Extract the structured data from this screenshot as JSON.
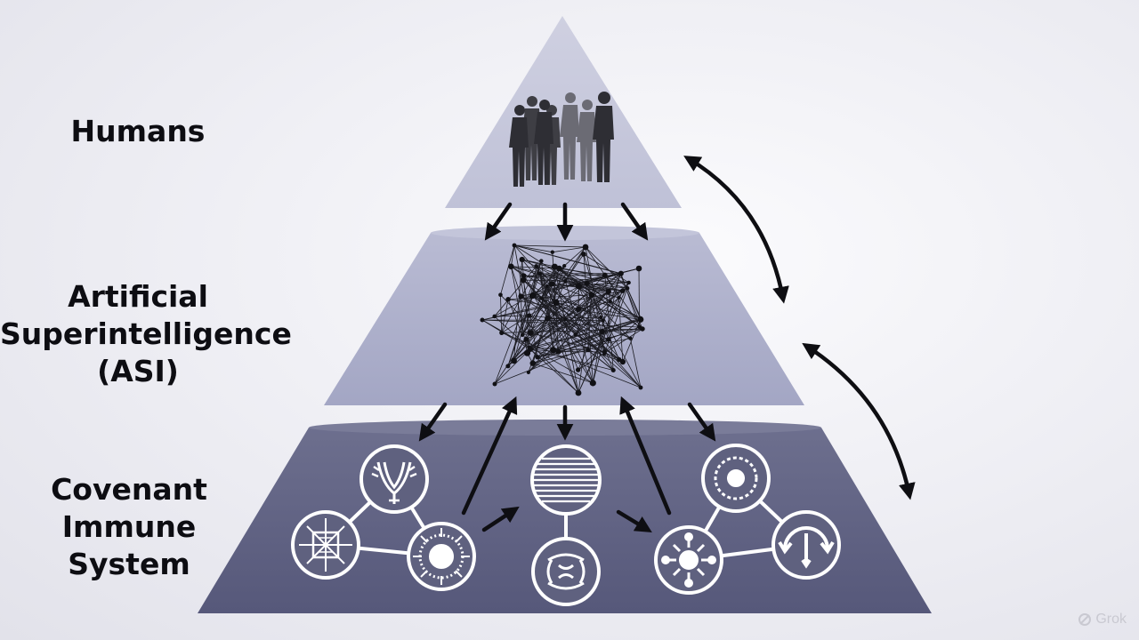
{
  "tiers": {
    "top": {
      "label_lines": [
        "Humans"
      ]
    },
    "middle": {
      "label_lines": [
        "Artificial",
        "Superintelligence",
        "(ASI)"
      ]
    },
    "bottom": {
      "label_lines": [
        "Covenant",
        "Immune",
        "System"
      ]
    }
  },
  "colors": {
    "top_tier": "#c9cadd",
    "middle_tier": "#a9abc8",
    "bottom_tier": "#5d5f7f",
    "arrows": "#0e0e12",
    "node_stroke": "#ffffff"
  },
  "icons": {
    "humans": "human-silhouettes-group-icon",
    "asi": "neural-network-graph-icon",
    "immune_cells": [
      "branching-cell-icon",
      "spiky-cell-icon",
      "dotted-cell-icon",
      "striped-sphere-icon",
      "antibody-icon",
      "virus-cell-icon",
      "flower-cell-icon",
      "return-arrow-icon"
    ]
  },
  "watermark": {
    "text": "Grok"
  }
}
